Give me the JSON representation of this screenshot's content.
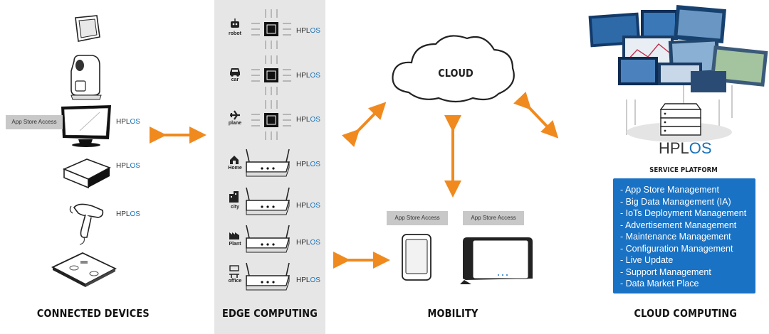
{
  "sections": {
    "connected_devices": "CONNECTED DEVICES",
    "edge_computing": "EDGE COMPUTING",
    "mobility": "MOBILITY",
    "cloud_computing": "CLOUD COMPUTING"
  },
  "cloud_label": "CLOUD",
  "app_store_badge": "App Store Access",
  "hpl_logo": {
    "left": "HPL",
    "right": "OS"
  },
  "edge_nodes": [
    "robot",
    "car",
    "plane",
    "Home",
    "city",
    "Plant",
    "office"
  ],
  "service_platform": {
    "title": "SERVICE PLATFORM",
    "items": [
      "- App Store Management",
      "- Big Data Management (IA)",
      "- IoTs Deployment Management",
      "- Advertisement Management",
      "- Maintenance Management",
      "- Configuration Management",
      "- Live Update",
      "- Support Management",
      "- Data Market Place"
    ]
  },
  "colors": {
    "arrow": "#f08a1e",
    "panel": "#1a72c4",
    "edge_bg": "#e6e6e6",
    "badge": "#c8c8c8",
    "logo_accent": "#1a72b8"
  },
  "icons": [
    "touchscreen-icon",
    "coffee-machine-icon",
    "monitor-icon",
    "set-top-box-icon",
    "hair-dryer-icon",
    "scale-icon",
    "robot-icon",
    "car-icon",
    "plane-icon",
    "home-icon",
    "city-icon",
    "plant-icon",
    "office-icon",
    "chip-icon",
    "router-icon",
    "cloud-icon",
    "phone-icon",
    "tablet-icon",
    "server-icon",
    "dashboard-screens-icon"
  ]
}
